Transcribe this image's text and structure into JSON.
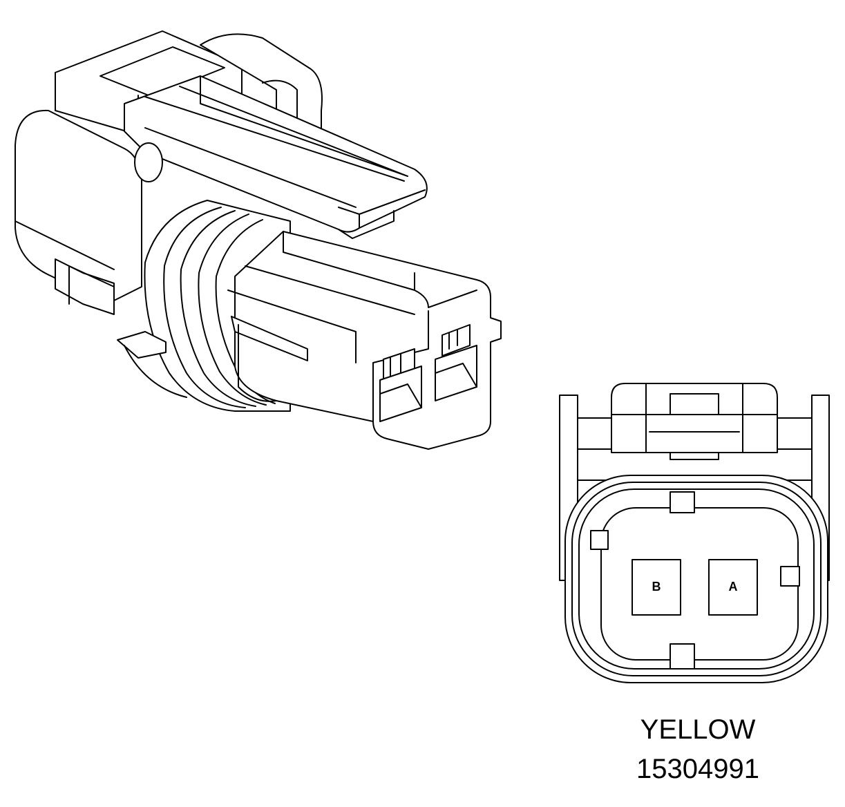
{
  "connector": {
    "color_label": "YELLOW",
    "part_number": "15304991",
    "cavities": [
      {
        "label": "B"
      },
      {
        "label": "A"
      }
    ]
  },
  "palette": {
    "line": "#000000",
    "fill": "#ffffff"
  }
}
